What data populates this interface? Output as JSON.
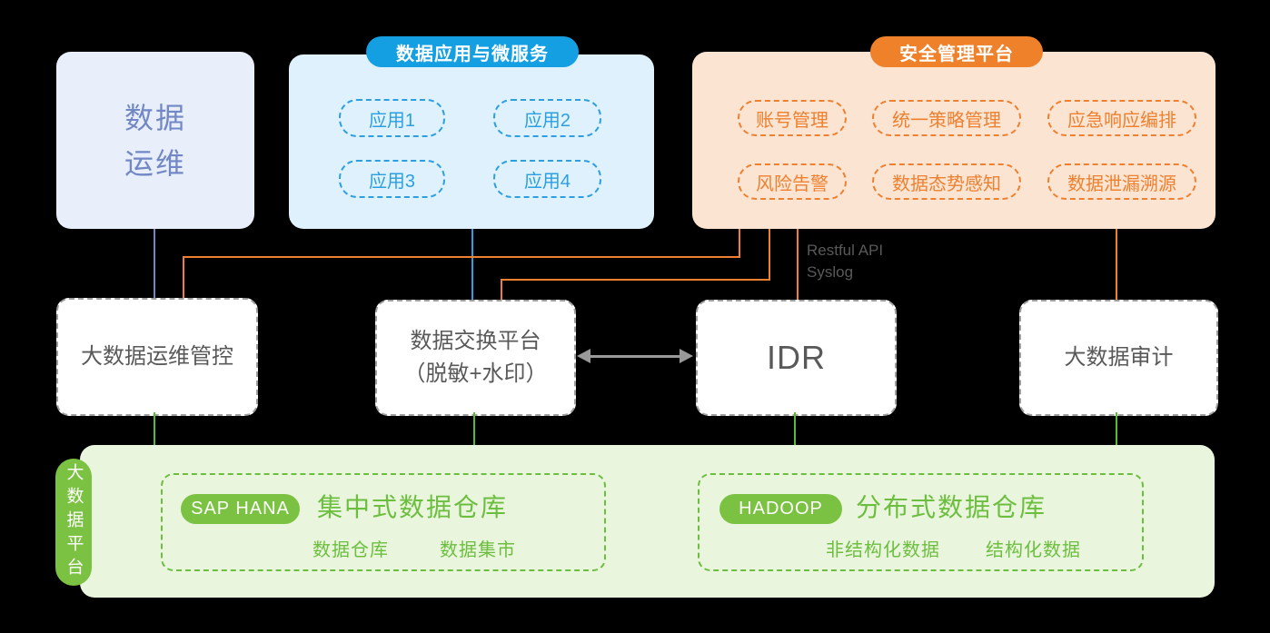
{
  "top_row": {
    "data_ops": {
      "line1": "数据",
      "line2": "运维"
    },
    "app_services": {
      "header": "数据应用与微服务",
      "apps": [
        "应用1",
        "应用2",
        "应用3",
        "应用4"
      ]
    },
    "security_platform": {
      "header": "安全管理平台",
      "modules": [
        "账号管理",
        "统一策略管理",
        "应急响应编排",
        "风险告警",
        "数据态势感知",
        "数据泄漏溯源"
      ]
    }
  },
  "middle_row": {
    "bigdata_ops_control": {
      "label": "大数据运维管控"
    },
    "data_exchange": {
      "line1": "数据交换平台",
      "line2": "（脱敏+水印）"
    },
    "idr": {
      "label": "IDR"
    },
    "bigdata_audit": {
      "label": "大数据审计"
    }
  },
  "connections": {
    "api_line1": "Restful API",
    "api_line2": "Syslog"
  },
  "platform": {
    "side_label": "大数据平台",
    "centralized": {
      "badge": "SAP HANA",
      "title": "集中式数据仓库",
      "items": [
        "数据仓库",
        "数据集市"
      ]
    },
    "distributed": {
      "badge": "HADOOP",
      "title": "分布式数据仓库",
      "items": [
        "非结构化数据",
        "结构化数据"
      ]
    }
  },
  "colors": {
    "background": "#000000",
    "ops_box_bg": "#E8EEFA",
    "ops_text": "#7288C5",
    "blue_box_bg": "#DEF1FC",
    "blue_accent": "#2B9FE0",
    "blue_header_bg": "#149FE2",
    "orange_box_bg": "#FBE4D1",
    "orange_accent": "#EE8030",
    "orange_header_bg": "#F0812B",
    "white_box_border": "#9E9E9E",
    "dark_text": "#595959",
    "green_box_bg": "#EAF5DD",
    "green_accent": "#6CBE3F",
    "green_pill_bg": "#7BC142",
    "green_line": "#55BE30",
    "periwinkle_line": "#7288C5",
    "blue_line": "#29A0E2",
    "gray": "#999999"
  }
}
